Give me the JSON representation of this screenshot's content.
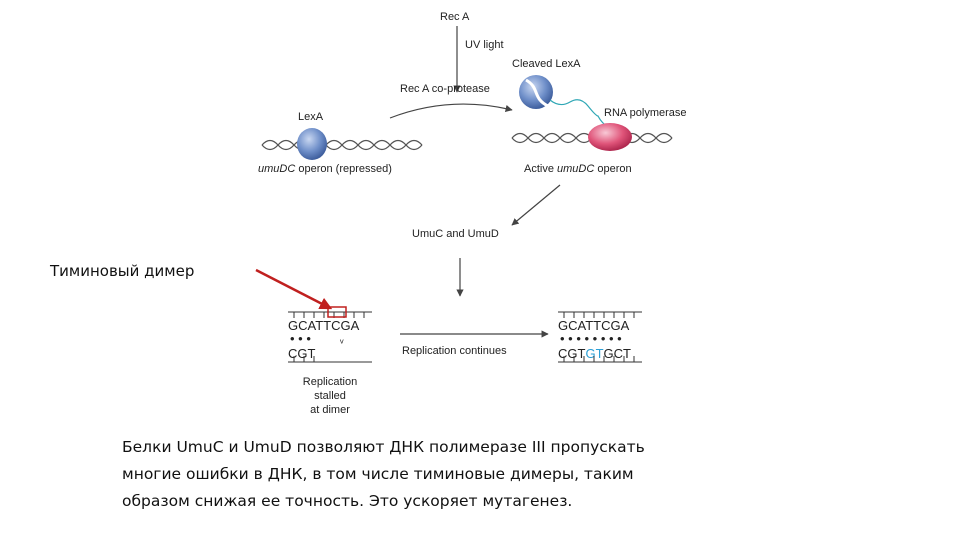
{
  "diagram": {
    "rec_a": "Rec A",
    "uv_light": "UV light",
    "rec_a_coprotease": "Rec A co-protease",
    "cleaved_lexa": "Cleaved LexA",
    "lexa": "LexA",
    "rna_polymerase": "RNA polymerase",
    "operon_repressed_gene": "umuDC",
    "operon_repressed_rest": " operon (repressed)",
    "operon_active_pre": "Active ",
    "operon_active_gene": "umuDC",
    "operon_active_rest": " operon",
    "umuc_umud": "UmuC and UmuD",
    "replication_continues": "Replication continues",
    "stalled_line1": "Replication",
    "stalled_line2": "stalled",
    "stalled_line3": "at dimer",
    "left_top_seq": "GCATTCGA",
    "left_dots": "• • •",
    "left_bottom_seq": "CGT",
    "right_top_seq": "GCATTCGA",
    "right_dots": "• • • • • • • •",
    "right_bottom_pre": "CGT",
    "right_bottom_hl": "GT",
    "right_bottom_post": "GCT"
  },
  "labels": {
    "thymine_dimer": "Тиминовый димер"
  },
  "caption": {
    "line1": "Белки UmuC и UmuD позволяют ДНК полимеразе III пропускать",
    "line2": "многие ошибки в ДНК, в том числе тиминовые димеры, таким",
    "line3": "образом снижая ее точность. Это ускоряет мутагенез."
  },
  "colors": {
    "lexa_protein": "#6f8fc9",
    "rna_polymerase": "#e0557a",
    "highlight_bases": "#2b9fd6",
    "pointer_arrow": "#c0201f"
  }
}
